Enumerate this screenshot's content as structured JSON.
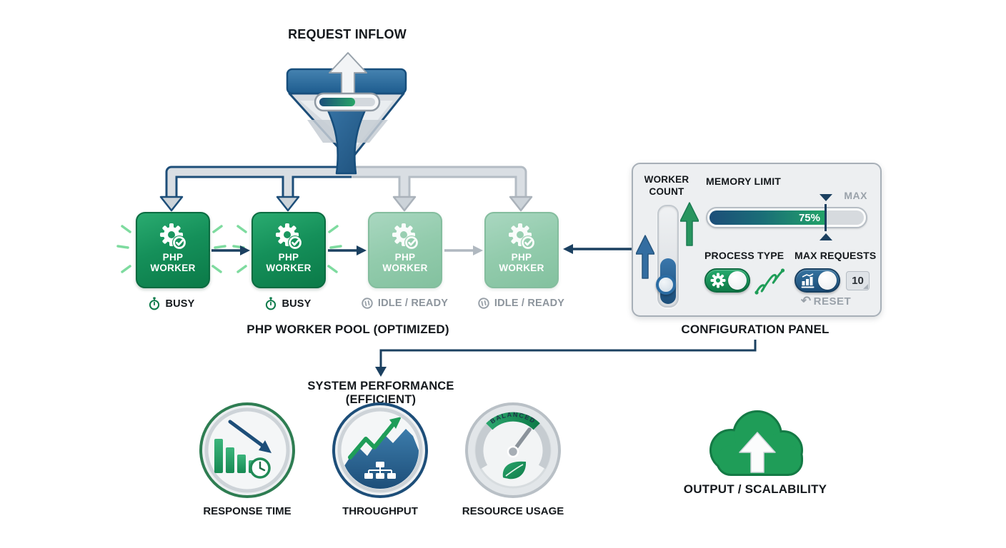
{
  "header": {
    "request_inflow": "REQUEST INFLOW"
  },
  "funnel": {
    "progress_percent": 62
  },
  "worker_pool": {
    "label": "PHP WORKER POOL (OPTIMIZED)",
    "workers": [
      {
        "label": "PHP WORKER",
        "status": "BUSY",
        "state": "busy"
      },
      {
        "label": "PHP WORKER",
        "status": "BUSY",
        "state": "busy"
      },
      {
        "label": "PHP WORKER",
        "status": "IDLE / READY",
        "state": "idle"
      },
      {
        "label": "PHP WORKER",
        "status": "IDLE / READY",
        "state": "idle"
      }
    ]
  },
  "config_panel": {
    "label": "CONFIGURATION PANEL",
    "worker_count": {
      "label": "WORKER COUNT"
    },
    "memory_limit": {
      "label": "MEMORY LIMIT",
      "value": "75%",
      "percent": 75,
      "max_label": "MAX"
    },
    "process_type": {
      "label": "PROCESS TYPE",
      "enabled": true
    },
    "max_requests": {
      "label": "MAX REQUESTS",
      "value": "10",
      "enabled": true
    },
    "reset_label": "RESET"
  },
  "performance": {
    "label": "SYSTEM PERFORMANCE (EFFICIENT)",
    "metrics": [
      {
        "label": "RESPONSE TIME"
      },
      {
        "label": "THROUGHPUT"
      },
      {
        "label": "RESOURCE USAGE",
        "gauge_text": "BALANCED"
      }
    ]
  },
  "output": {
    "label": "OUTPUT / SCALABILITY"
  },
  "colors": {
    "green": "#1f9d58",
    "dark_green": "#0b7a48",
    "idle_green": "#92cbac",
    "busy_glow": "#7edb9f",
    "navy": "#1d4e79",
    "arrow_navy": "#1b4060",
    "silver_pipe": "#d9dee3",
    "panel_bg": "#edeff1",
    "muted_text": "#9aa2aa"
  }
}
